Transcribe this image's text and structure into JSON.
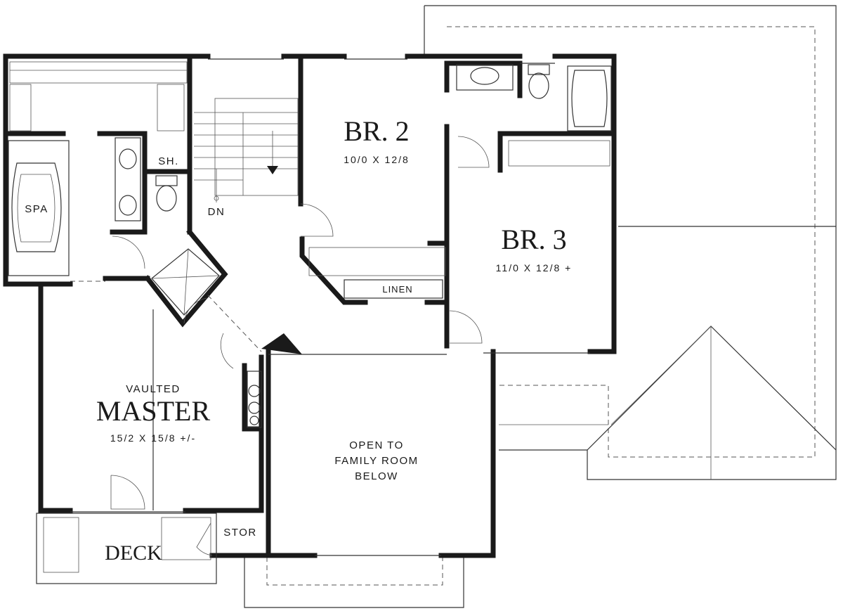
{
  "rooms": {
    "br2": {
      "name": "BR. 2",
      "size": "10/0 X 12/8"
    },
    "br3": {
      "name": "BR. 3",
      "size": "11/0 X 12/8 +"
    },
    "master": {
      "prefix": "VAULTED",
      "name": "MASTER",
      "size": "15/2 X 15/8 +/-"
    },
    "open": {
      "line1": "OPEN TO",
      "line2": "FAMILY ROOM",
      "line3": "BELOW"
    },
    "spa": "SPA",
    "shower": "SH.",
    "stair": "DN",
    "linen": "LINEN",
    "deck": "DECK",
    "storage": "STOR"
  }
}
